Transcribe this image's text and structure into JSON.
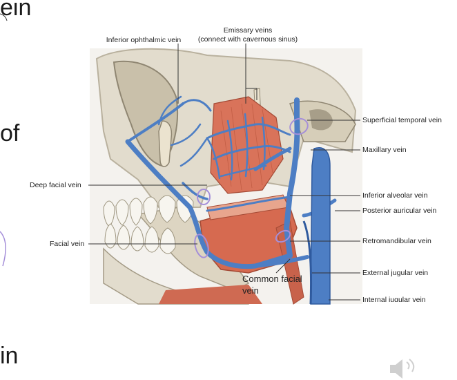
{
  "slide_text": {
    "frag_top": "ein",
    "frag_mid": "of",
    "frag_bottom": "in"
  },
  "labels": {
    "inferior_ophthalmic_vein": "Inferior ophthalmic vein",
    "emissary_veins": "Emissary veins",
    "emissary_veins_sub": "(connect with cavernous sinus)",
    "superficial_temporal_vein": "Superficial temporal vein",
    "maxillary_vein": "Maxillary vein",
    "deep_facial_vein": "Deep facial vein",
    "inferior_alveolar_vein": "Inferior alveolar vein",
    "posterior_auricular_vein": "Posterior auricular vein",
    "facial_vein": "Facial vein",
    "retromandibular_vein": "Retromandibular vein",
    "external_jugular_vein": "External jugular vein",
    "internal_jugular_vein": "Internal jugular vein",
    "common_facial_vein_1": "Common facial",
    "common_facial_vein_2": "vein"
  },
  "colors": {
    "bone": "#e2dccd",
    "bone_shadow": "#b9b19e",
    "muscle": "#d9735a",
    "vein": "#4d7ec4",
    "vein_dark": "#2f5a9e",
    "highlight_circle": "#a58fd9"
  },
  "icons": {
    "speaker": "speaker-icon"
  }
}
